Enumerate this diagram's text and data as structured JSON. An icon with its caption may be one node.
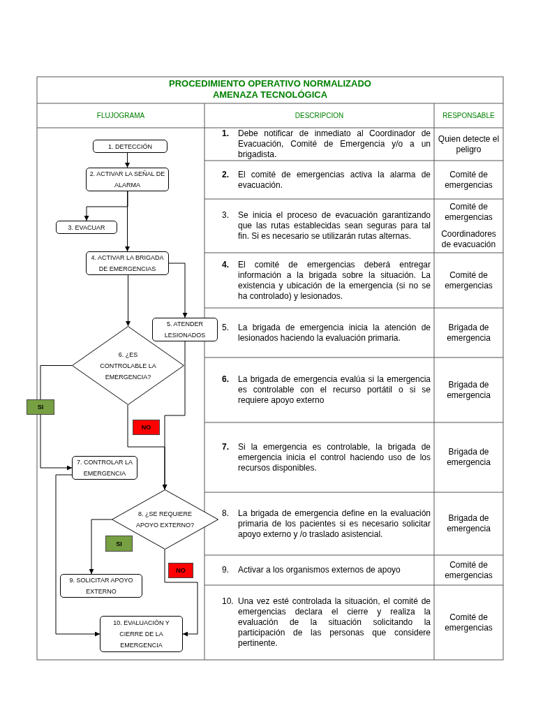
{
  "diagram": {
    "title": "PROCEDIMIENTO OPERATIVO NORMALIZADO AMENAZA TECNOLÓGICA",
    "nodes": [
      {
        "text": [
          "1. DETECCIÓN"
        ]
      },
      {
        "text": [
          "2. ACTIVAR LA SEÑAL DE ALARMA"
        ]
      },
      {
        "text": [
          "3. EVACUAR"
        ]
      },
      {
        "text": [
          "4. ACTIVAR LA BRIGADA DE EMERGENCIAS"
        ]
      },
      {
        "text": [
          "5. ATENDER LESIONADOS"
        ]
      },
      {
        "text": [
          "6. ¿ES CONTROLABLE LA EMERGENCIA?"
        ]
      },
      {
        "text": [
          "7. CONTROLAR LA EMERGENCIA"
        ]
      },
      {
        "text": [
          "8. ¿SE REQUIERE APOYO EXTERNO?"
        ]
      },
      {
        "text": [
          "9. SOLICITAR APOYO EXTERNO"
        ]
      },
      {
        "text": [
          "10. EVALUACIÓN Y CIERRE DE LA EMERGENCIA"
        ]
      }
    ],
    "edges": [
      {
        "from": 0,
        "to": 1,
        "arrow": "to"
      },
      {
        "from": 1,
        "to": 2,
        "arrow": "to"
      },
      {
        "from": 1,
        "to": 3,
        "arrow": "to"
      },
      {
        "from": 3,
        "to": 4,
        "arrow": "to"
      },
      {
        "from": 3,
        "to": 5,
        "arrow": "to"
      },
      {
        "from": 5,
        "to": 6,
        "arrow": "to",
        "label": "SI"
      },
      {
        "from": 5,
        "to": 7,
        "arrow": "to",
        "label": "NO"
      },
      {
        "from": 4,
        "to": 7,
        "arrow": "to"
      },
      {
        "from": 7,
        "to": 8,
        "arrow": "to",
        "label": "SI"
      },
      {
        "from": 7,
        "to": 9,
        "arrow": "to",
        "label": "NO"
      },
      {
        "from": 6,
        "to": 9,
        "arrow": "to"
      }
    ],
    "labels": [
      "FLUJOGRAMA",
      "DESCRIPCION",
      "RESPONSABLE",
      "1.",
      "Debe notificar de inmediato al Coordinador de Evacuación, Comité de Emergencia y/o a un brigadista.",
      "Quien detecte el peligro",
      "2.",
      "El comité de emergencias activa la alarma de evacuación.",
      "Comité de emergencias",
      "3.",
      "Se inicia el proceso de evacuación garantizando que las rutas establecidas sean seguras para tal fin. Si es necesario se utilizarán rutas alternas.",
      "Comité de emergencias",
      "Coordinadores de evacuación",
      "4.",
      "El comité de emergencias deberá entregar información a la brigada sobre la situación. La existencia y ubicación de la emergencia (si no se ha controlado) y lesionados.",
      "Comité de emergencias",
      "5.",
      "La brigada de emergencia inicia la atención de lesionados haciendo la evaluación primaria.",
      "Brigada de emergencia",
      "6.",
      "La brigada de emergencia evalúa si la emergencia es controlable con el recurso portátil o si se requiere apoyo externo",
      "Brigada de emergencia",
      "7.",
      "Si la emergencia es controlable, la brigada de emergencia inicia el control haciendo uso de los recursos disponibles.",
      "Brigada de emergencia",
      "8.",
      "La brigada de emergencia define en la evaluación primaria de los pacientes si es necesario solicitar apoyo externo y /o traslado asistencial.",
      "Brigada de emergencia",
      "9.",
      "Activar a los organismos externos de apoyo",
      "Comité de emergencias",
      "10.",
      "Una vez esté controlada la situación, el comité de emergencias declara el cierre y realiza la evaluación de la situación solicitando la participación de las personas que considere pertinente.",
      "Comité de emergencias"
    ]
  }
}
